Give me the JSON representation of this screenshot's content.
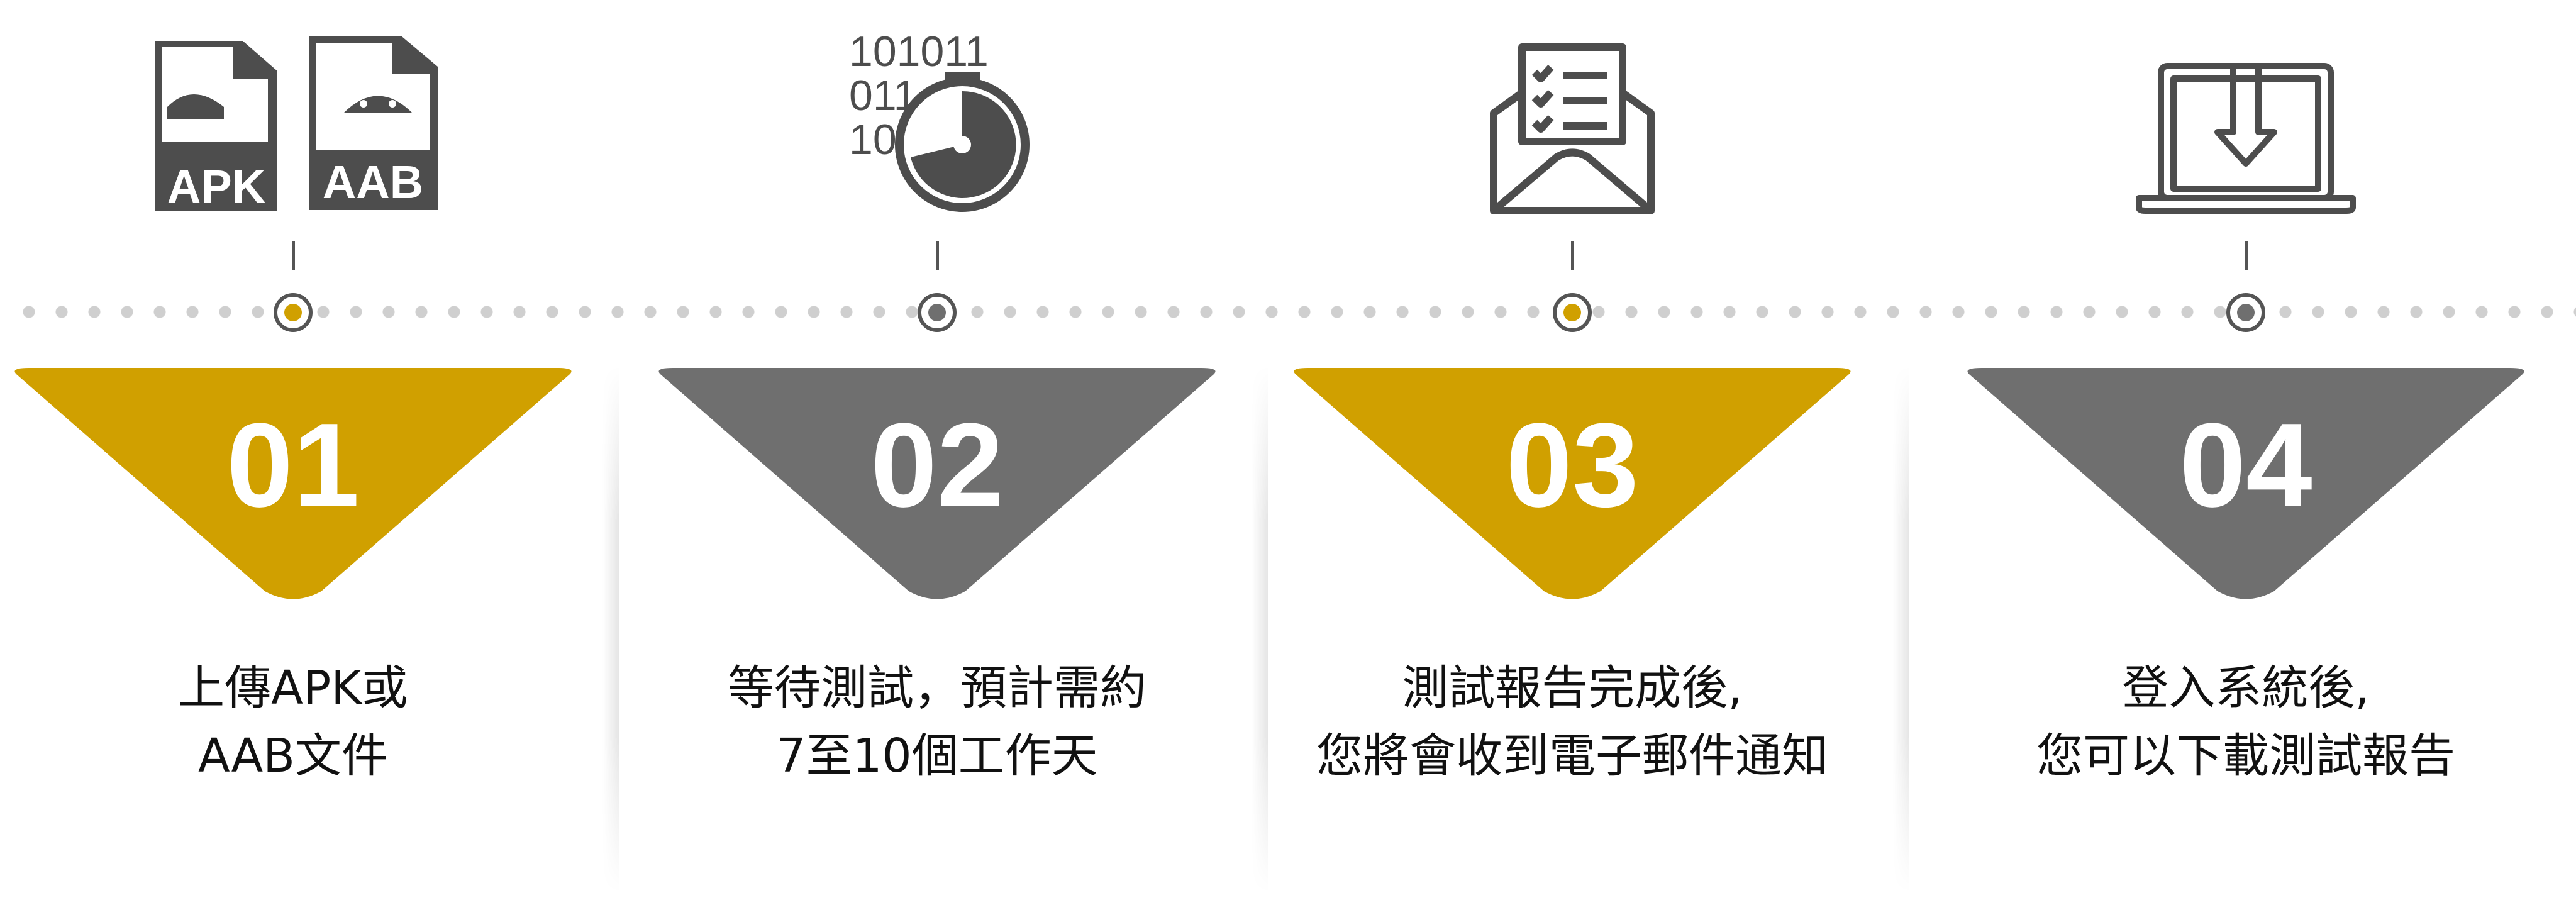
{
  "colors": {
    "gold": "#D0A000",
    "gray": "#6F6F6F",
    "icon": "#4D4D4D"
  },
  "steps": [
    {
      "number": "01",
      "color": "gold",
      "icon": "apk-aab-file-icon",
      "icon_labels": [
        "APK",
        "AAB"
      ],
      "lines": [
        "上傳APK或",
        "AAB文件"
      ]
    },
    {
      "number": "02",
      "color": "gray",
      "icon": "stopwatch-binary-icon",
      "icon_labels": [
        "101011",
        "011",
        "10"
      ],
      "lines": [
        "等待測試，預計需約",
        "7至10個工作天"
      ]
    },
    {
      "number": "03",
      "color": "gold",
      "icon": "email-checklist-icon",
      "lines": [
        "測試報告完成後,",
        "您將會收到電子郵件通知"
      ]
    },
    {
      "number": "04",
      "color": "gray",
      "icon": "laptop-download-icon",
      "lines": [
        "登入系統後,",
        "您可以下載測試報告"
      ]
    }
  ]
}
